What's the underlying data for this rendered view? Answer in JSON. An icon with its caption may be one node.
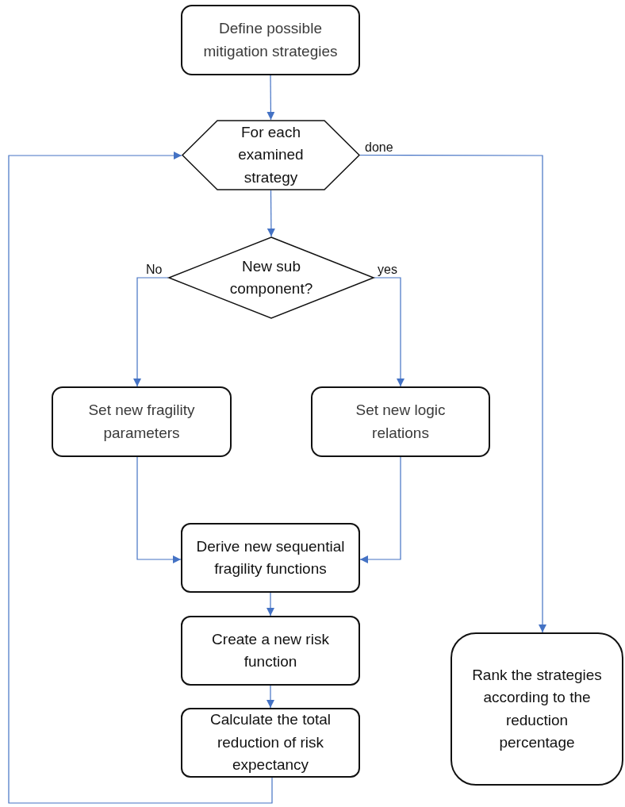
{
  "diagram": {
    "nodes": [
      {
        "text": [
          "Define possible mitigation strategies"
        ]
      },
      {
        "text": [
          "For each examined strategy"
        ]
      },
      {
        "text": [
          "New sub component?"
        ]
      },
      {
        "text": [
          "Set new fragility parameters"
        ]
      },
      {
        "text": [
          "Set new logic relations"
        ]
      },
      {
        "text": [
          "Derive new sequential fragility functions"
        ]
      },
      {
        "text": [
          "Create a new risk function"
        ]
      },
      {
        "text": [
          "Calculate the total reduction of risk expectancy"
        ]
      },
      {
        "text": [
          "Rank the strategies according to the reduction percentage"
        ]
      }
    ],
    "edges": [
      {
        "from": 0,
        "to": 1,
        "arrow": "to"
      },
      {
        "from": 1,
        "to": 2,
        "arrow": "to"
      },
      {
        "from": 2,
        "to": 3,
        "arrow": "to",
        "label": "No"
      },
      {
        "from": 2,
        "to": 4,
        "arrow": "to",
        "label": "yes"
      },
      {
        "from": 3,
        "to": 5,
        "arrow": "to"
      },
      {
        "from": 4,
        "to": 5,
        "arrow": "to"
      },
      {
        "from": 5,
        "to": 6,
        "arrow": "to"
      },
      {
        "from": 6,
        "to": 7,
        "arrow": "to"
      },
      {
        "from": 7,
        "to": 1,
        "arrow": "to"
      },
      {
        "from": 1,
        "to": 8,
        "arrow": "to",
        "label": "done"
      }
    ]
  }
}
